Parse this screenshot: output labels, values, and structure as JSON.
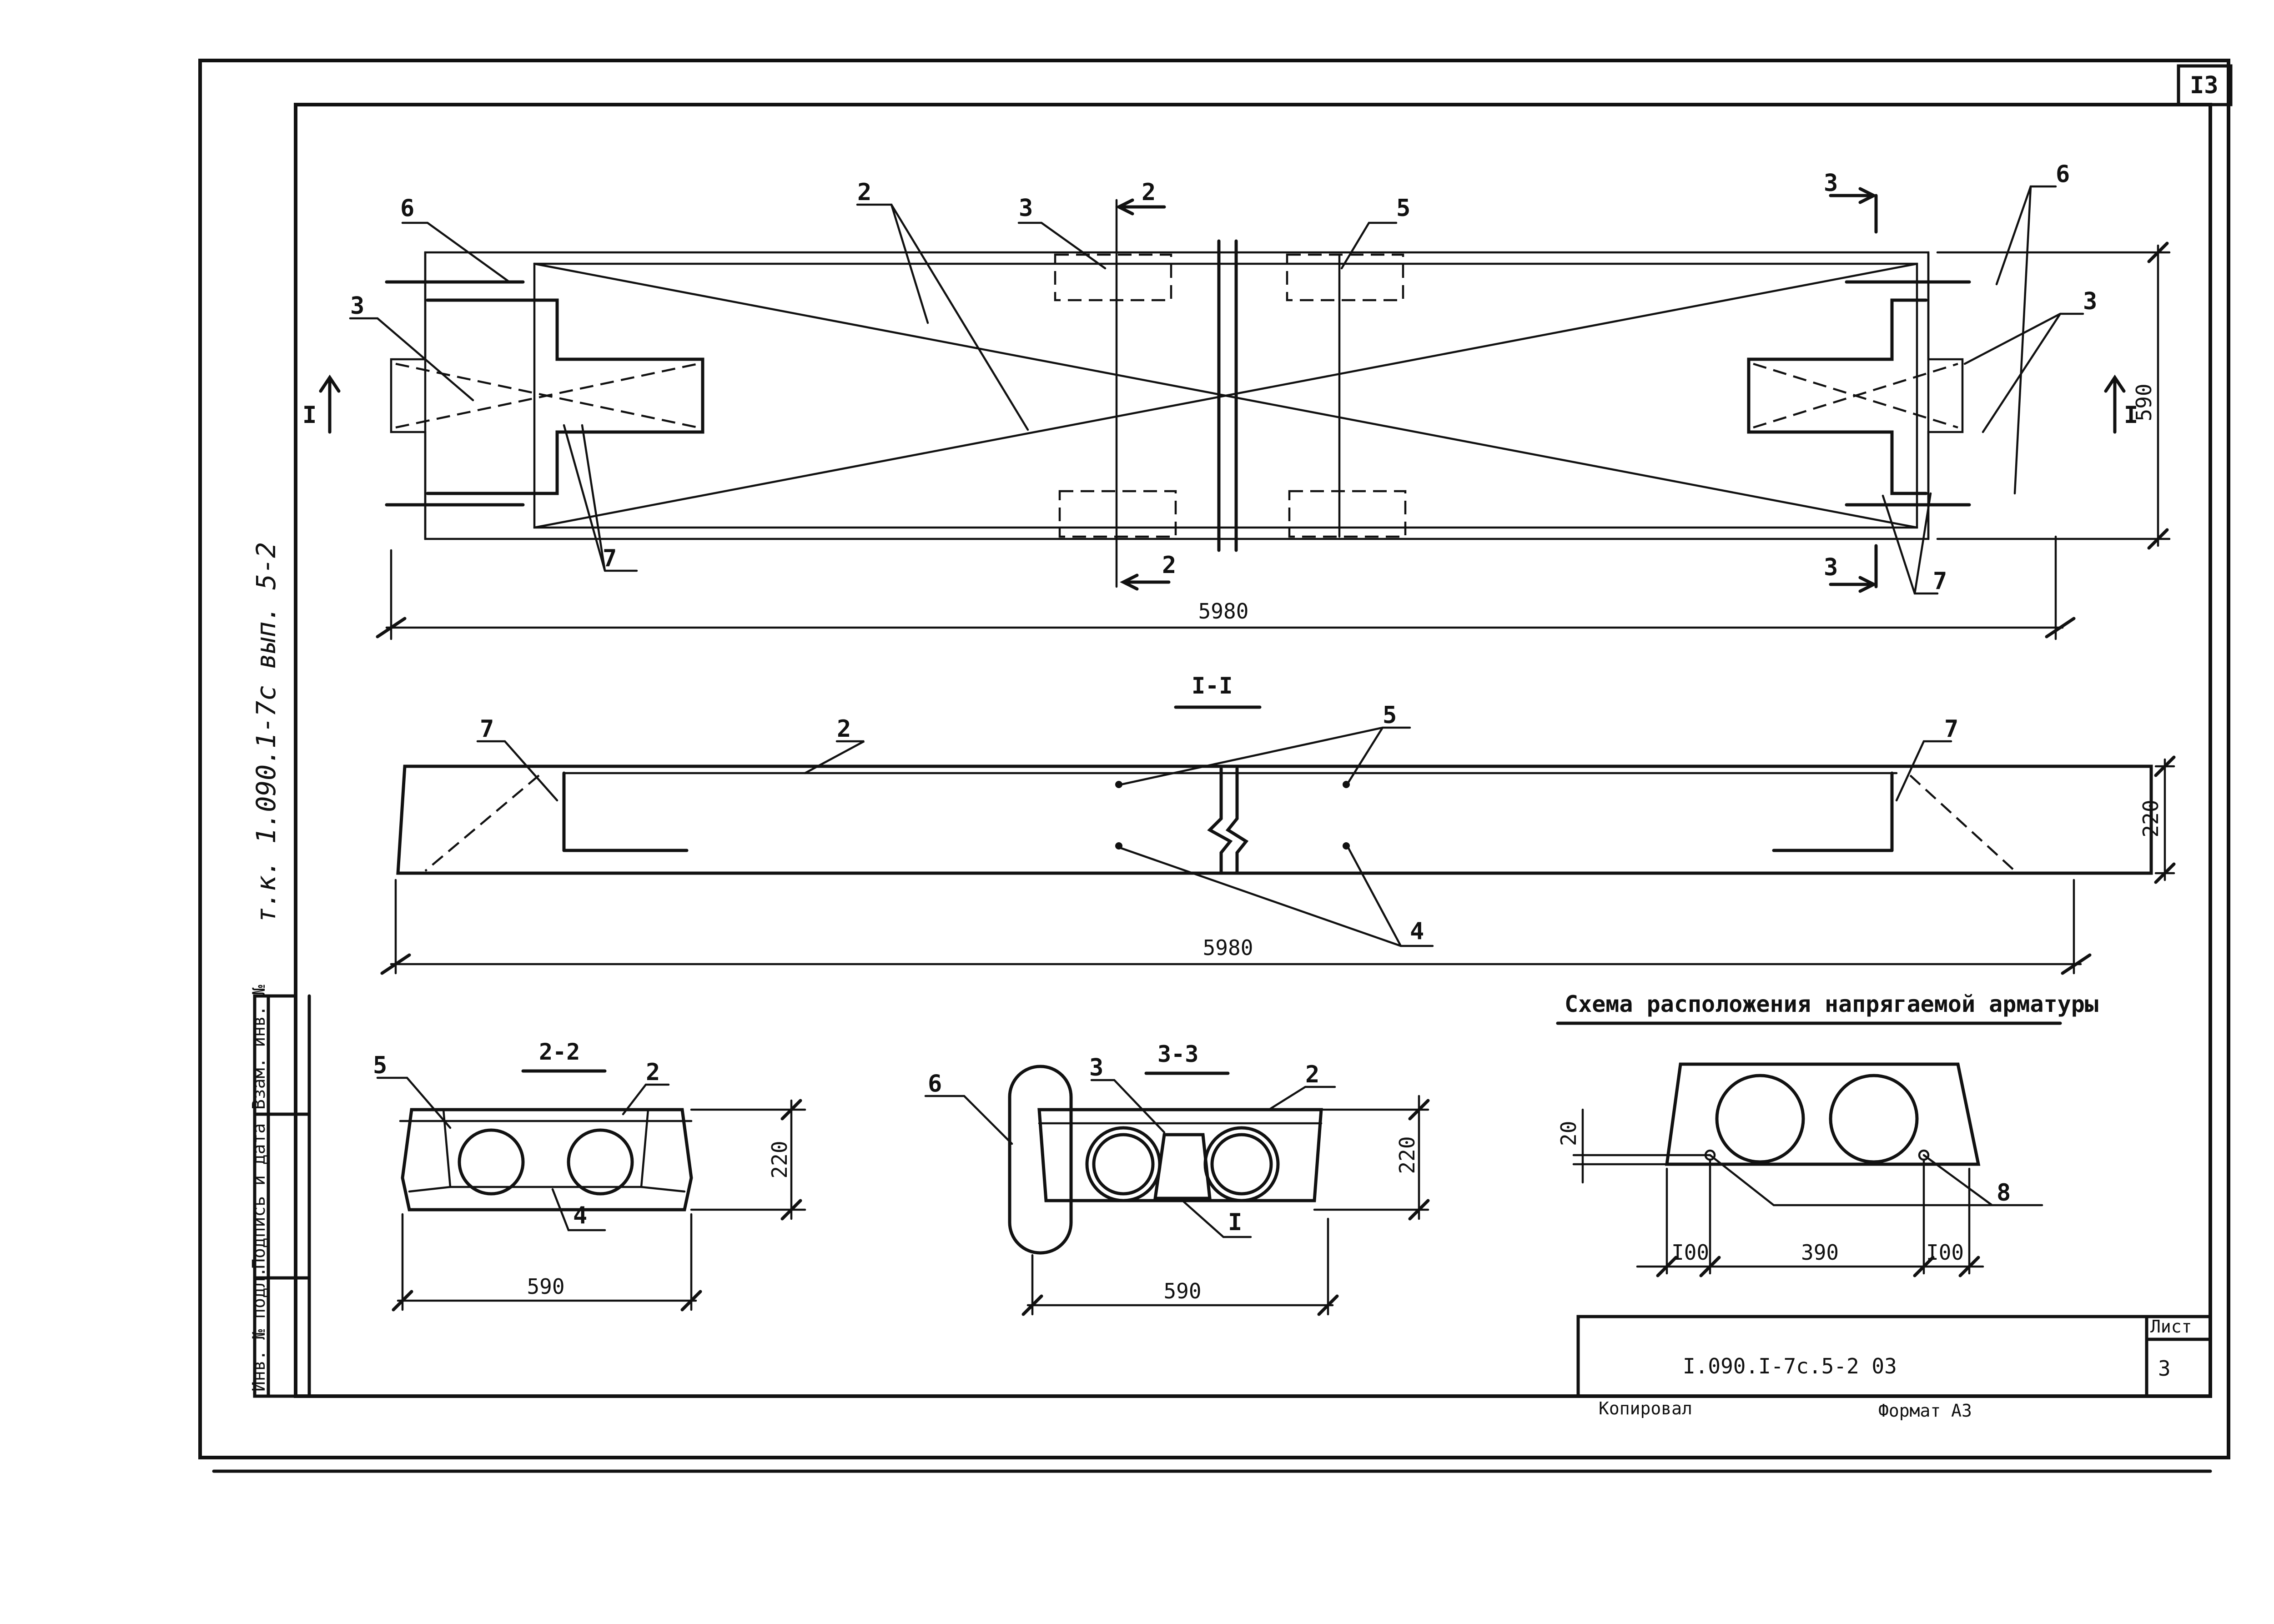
{
  "sheet": {
    "corner_number": "I3",
    "side_note": "т.к. 1.090.1-7с  вып. 5-2",
    "stamp_labels": [
      "Инв. № подл.",
      "Подпись и дата",
      "Взам. инв. №"
    ],
    "code": "I.090.I-7c.5-2 03",
    "list_label": "Лист",
    "list_number": "3",
    "copied_label": "Копировал",
    "format_label": "Формат А3"
  },
  "plan": {
    "length": "5980",
    "width": "590",
    "section_marks": {
      "left": "I",
      "right": "I",
      "mid_top": "2",
      "mid_bottom": "2",
      "end_top": "3",
      "end_bottom": "3"
    },
    "callouts": {
      "c6_left": "6",
      "c3_left": "3",
      "c7_left": "7",
      "c2": "2",
      "c3_mid": "3",
      "c5": "5",
      "c6_right": "6",
      "c3_right": "3",
      "c7_right": "7"
    }
  },
  "section_1_1": {
    "title": "I-I",
    "height": "220",
    "length": "5980",
    "callouts": {
      "c7_left": "7",
      "c2": "2",
      "c5": "5",
      "c7_right": "7",
      "c4": "4"
    }
  },
  "section_2_2": {
    "title": "2-2",
    "width": "590",
    "height": "220",
    "callouts": {
      "c5": "5",
      "c2": "2",
      "c4": "4"
    }
  },
  "section_3_3": {
    "title": "3-3",
    "width": "590",
    "height": "220",
    "callouts": {
      "c6": "6",
      "c3": "3",
      "c2": "2",
      "c_i": "I"
    }
  },
  "tendon_scheme": {
    "title": "Схема расположения напрягаемой арматуры",
    "dim_20": "20",
    "dim_100_left": "I00",
    "dim_390": "390",
    "dim_100_right": "I00",
    "callout": "8"
  }
}
